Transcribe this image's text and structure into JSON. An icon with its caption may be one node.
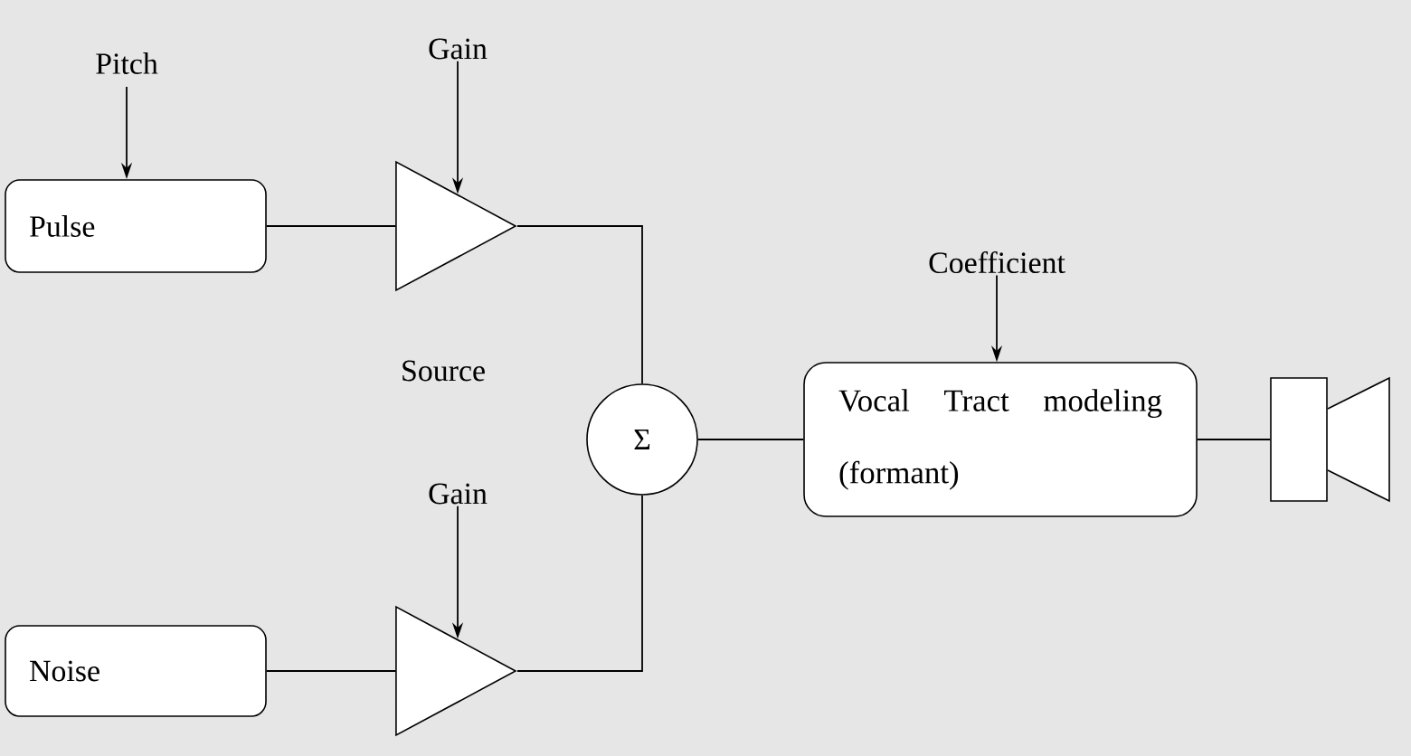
{
  "diagram": {
    "nodes": [
      {
        "text": [
          "Pitch"
        ]
      },
      {
        "text": [
          "Gain"
        ]
      },
      {
        "text": [
          "Pulse"
        ]
      },
      {
        "text": [],
        "shape": "triangle"
      },
      {
        "text": [
          "Σ"
        ]
      },
      {
        "text": [
          "Gain"
        ]
      },
      {
        "text": [
          "Noise"
        ]
      },
      {
        "text": [],
        "shape": "triangle"
      },
      {
        "text": [
          "Coefficient"
        ]
      },
      {
        "text": [
          "Vocal Tract modeling (formant)"
        ]
      },
      {
        "text": [],
        "shape": "speaker"
      }
    ],
    "edges": [
      {
        "from": 0,
        "to": 2,
        "arrow": "to"
      },
      {
        "from": 1,
        "to": 3,
        "arrow": "to"
      },
      {
        "from": 2,
        "to": 3,
        "arrow": "none"
      },
      {
        "from": 3,
        "to": 4,
        "arrow": "none"
      },
      {
        "from": 5,
        "to": 7,
        "arrow": "to"
      },
      {
        "from": 6,
        "to": 7,
        "arrow": "none"
      },
      {
        "from": 7,
        "to": 4,
        "arrow": "none"
      },
      {
        "from": 8,
        "to": 9,
        "arrow": "to"
      },
      {
        "from": 4,
        "to": 9,
        "arrow": "none"
      },
      {
        "from": 9,
        "to": 10,
        "arrow": "none"
      }
    ],
    "labels": [
      "Source"
    ]
  }
}
